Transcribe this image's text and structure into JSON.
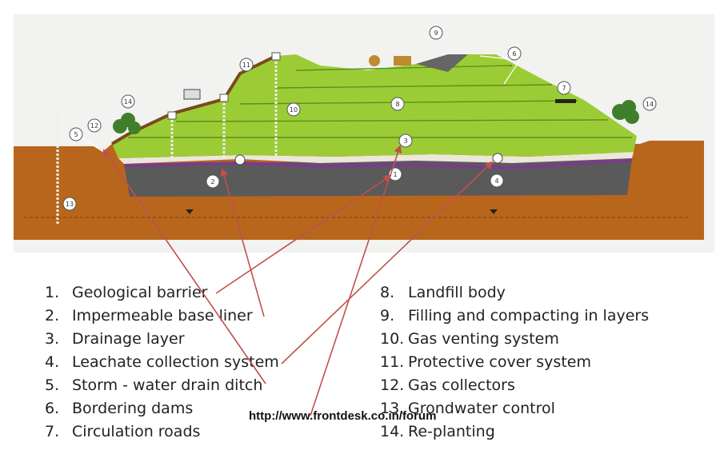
{
  "legend_left": [
    {
      "num": "1.",
      "label": "Geological barrier"
    },
    {
      "num": "2.",
      "label": "Impermeable base liner"
    },
    {
      "num": "3.",
      "label": "Drainage layer"
    },
    {
      "num": "4.",
      "label": "Leachate collection system"
    },
    {
      "num": "5.",
      "label": "Storm - water drain ditch"
    },
    {
      "num": "6.",
      "label": "Bordering dams"
    },
    {
      "num": "7.",
      "label": "Circulation roads"
    }
  ],
  "legend_right": [
    {
      "num": "8.",
      "label": "Landfill body"
    },
    {
      "num": "9.",
      "label": "Filling and compacting in layers"
    },
    {
      "num": "10.",
      "label": "Gas venting system"
    },
    {
      "num": "11.",
      "label": "Protective cover system"
    },
    {
      "num": "12.",
      "label": "Gas collectors"
    },
    {
      "num": "13.",
      "label": "Grondwater control"
    },
    {
      "num": "14.",
      "label": "Re-planting"
    }
  ],
  "callouts": [
    "1",
    "2",
    "3",
    "4",
    "5",
    "6",
    "7",
    "8",
    "9",
    "10",
    "11",
    "12",
    "13",
    "14"
  ],
  "source_url": "http://www.frontdesk.co.in/forum",
  "colors": {
    "soil": "#b8661c",
    "landfill": "#9ccc35",
    "cover": "#7fb52a",
    "liner": "#5b5b5b",
    "drainage": "#ece7da",
    "membrane": "#7b3b8c",
    "arrow": "#c0504d"
  }
}
